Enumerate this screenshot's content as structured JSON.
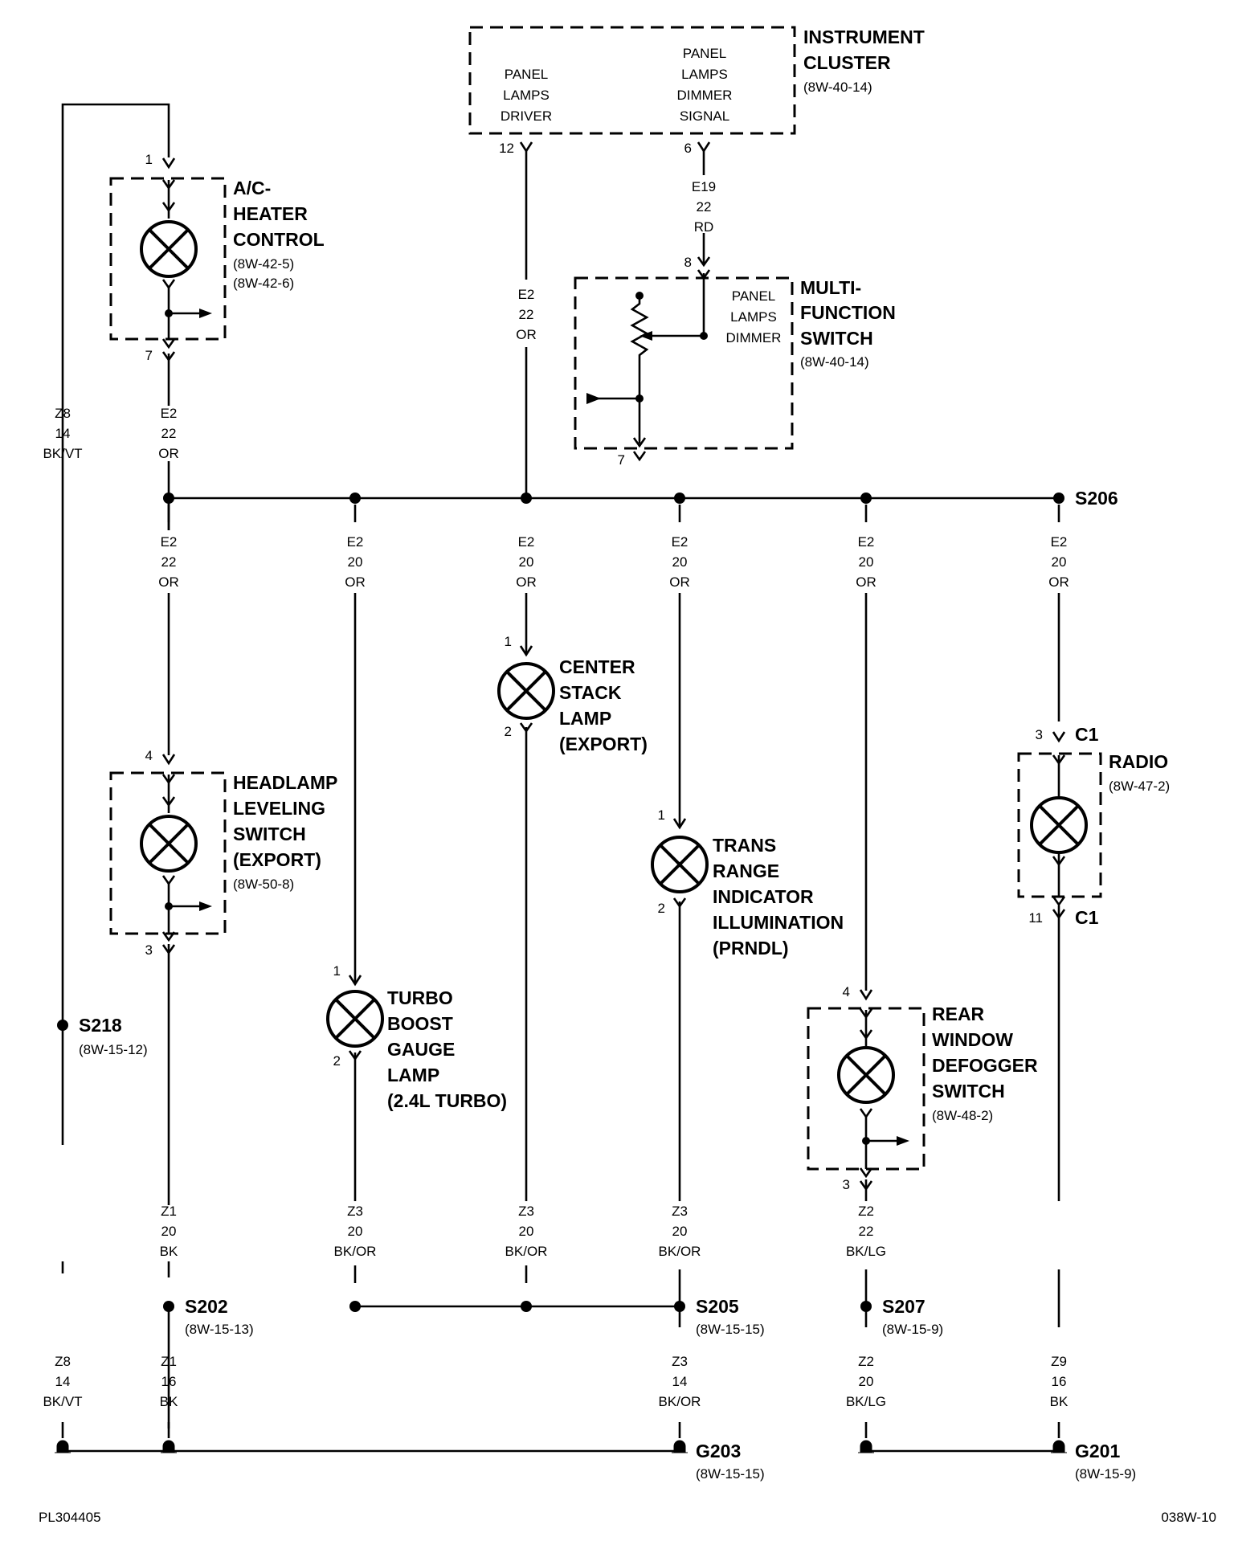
{
  "components": {
    "instrument_cluster": {
      "title": [
        "INSTRUMENT",
        "CLUSTER"
      ],
      "ref": "(8W-40-14)",
      "driver": [
        "PANEL",
        "LAMPS",
        "DRIVER"
      ],
      "dimmer_signal": [
        "PANEL",
        "LAMPS",
        "DIMMER",
        "SIGNAL"
      ],
      "pin_driver": "12",
      "pin_signal": "6"
    },
    "ac_heater": {
      "title": [
        "A/C-",
        "HEATER",
        "CONTROL"
      ],
      "refs": [
        "(8W-42-5)",
        "(8W-42-6)"
      ],
      "pin_in": "1",
      "pin_out": "7"
    },
    "multifunction": {
      "title": [
        "MULTI-",
        "FUNCTION",
        "SWITCH"
      ],
      "ref": "(8W-40-14)",
      "inner": [
        "PANEL",
        "LAMPS",
        "DIMMER"
      ],
      "pin_in": "8",
      "pin_out": "7"
    },
    "center_stack": {
      "title": [
        "CENTER",
        "STACK",
        "LAMP",
        "(EXPORT)"
      ],
      "pin_in": "1",
      "pin_out": "2"
    },
    "headlamp": {
      "title": [
        "HEADLAMP",
        "LEVELING",
        "SWITCH",
        "(EXPORT)"
      ],
      "ref": "(8W-50-8)",
      "pin_in": "4",
      "pin_out": "3"
    },
    "trans_range": {
      "title": [
        "TRANS",
        "RANGE",
        "INDICATOR",
        "ILLUMINATION",
        "(PRNDL)"
      ],
      "pin_in": "1",
      "pin_out": "2"
    },
    "radio": {
      "title": "RADIO",
      "ref": "(8W-47-2)",
      "conn_top": "C1",
      "conn_bottom": "C1",
      "pin_in": "3",
      "pin_out": "11"
    },
    "turbo": {
      "title": [
        "TURBO",
        "BOOST",
        "GAUGE",
        "LAMP",
        "(2.4L TURBO)"
      ],
      "pin_in": "1",
      "pin_out": "2"
    },
    "rear_defogger": {
      "title": [
        "REAR",
        "WINDOW",
        "DEFOGGER",
        "SWITCH"
      ],
      "ref": "(8W-48-2)",
      "pin_in": "4",
      "pin_out": "3"
    }
  },
  "wires": {
    "e19": [
      "E19",
      "22",
      "RD"
    ],
    "e2_cluster": [
      "E2",
      "22",
      "OR"
    ],
    "e2_ac": [
      "E2",
      "22",
      "OR"
    ],
    "z8_top": [
      "Z8",
      "14",
      "BK/VT"
    ],
    "e2_b1": [
      "E2",
      "22",
      "OR"
    ],
    "e2_b2": [
      "E2",
      "20",
      "OR"
    ],
    "e2_b3": [
      "E2",
      "20",
      "OR"
    ],
    "e2_b4": [
      "E2",
      "20",
      "OR"
    ],
    "e2_b5": [
      "E2",
      "20",
      "OR"
    ],
    "e2_b6": [
      "E2",
      "20",
      "OR"
    ],
    "z1_a": [
      "Z1",
      "20",
      "BK"
    ],
    "z3_a": [
      "Z3",
      "20",
      "BK/OR"
    ],
    "z3_b": [
      "Z3",
      "20",
      "BK/OR"
    ],
    "z3_c": [
      "Z3",
      "20",
      "BK/OR"
    ],
    "z2_a": [
      "Z2",
      "22",
      "BK/LG"
    ],
    "z8_bottom": [
      "Z8",
      "14",
      "BK/VT"
    ],
    "z1_b": [
      "Z1",
      "16",
      "BK"
    ],
    "z3_d": [
      "Z3",
      "14",
      "BK/OR"
    ],
    "z2_b": [
      "Z2",
      "20",
      "BK/LG"
    ],
    "z9": [
      "Z9",
      "16",
      "BK"
    ]
  },
  "splices": {
    "s206": {
      "label": "S206"
    },
    "s218": {
      "label": "S218",
      "ref": "(8W-15-12)"
    },
    "s202": {
      "label": "S202",
      "ref": "(8W-15-13)"
    },
    "s205": {
      "label": "S205",
      "ref": "(8W-15-15)"
    },
    "s207": {
      "label": "S207",
      "ref": "(8W-15-9)"
    }
  },
  "grounds": {
    "g203": {
      "label": "G203",
      "ref": "(8W-15-15)"
    },
    "g201": {
      "label": "G201",
      "ref": "(8W-15-9)"
    }
  },
  "footer": {
    "left_code": "PL304405",
    "right_code": "038W-10"
  }
}
